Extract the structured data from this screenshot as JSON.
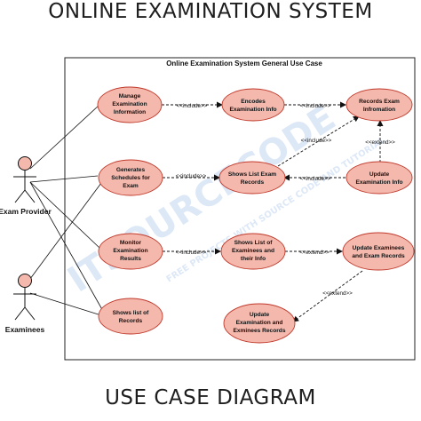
{
  "title": "ONLINE EXAMINATION SYSTEM",
  "footer": "USE CASE DIAGRAM",
  "system_boundary": {
    "label": "Online Examination System General Use Case"
  },
  "actors": {
    "exam_provider": "Exam Provider",
    "examinees": "Examinees"
  },
  "use_cases": {
    "manage_info": [
      "Manage",
      "Examination",
      "Information"
    ],
    "encodes_info": [
      "Encodes",
      "Examination Info"
    ],
    "records_info": [
      "Records Exam",
      "Infromation"
    ],
    "generates_schedules": [
      "Generates",
      "Schedules for",
      "Exam"
    ],
    "shows_exam_records": [
      "Shows List Exam",
      "Records"
    ],
    "update_exam_info": [
      "Update",
      "Examination Info"
    ],
    "monitor_results": [
      "Monitor",
      "Examination",
      "Results"
    ],
    "shows_examinees": [
      "Shows List of",
      "Examinees and",
      "their Info"
    ],
    "update_examinees_records": [
      "Update Examinees",
      "and Exam Records"
    ],
    "shows_list_records": [
      "Shows list of",
      "Records"
    ],
    "update_exam_examinees_records": [
      "Update",
      "Examination and",
      "Exminees Records"
    ]
  },
  "relations": {
    "include": "<<include>>",
    "extend": "<<extend>>"
  },
  "watermark": {
    "main": "ITSOURCECODE",
    "sub": "FREE PROJECTS WITH SOURCE CODE AND TUTORIAL"
  },
  "colors": {
    "use_case_fill": "#f4b8ad",
    "use_case_stroke": "#c0392b",
    "actor_fill": "#f4b8ad",
    "line": "#111111",
    "watermark": "#dde8f7"
  }
}
